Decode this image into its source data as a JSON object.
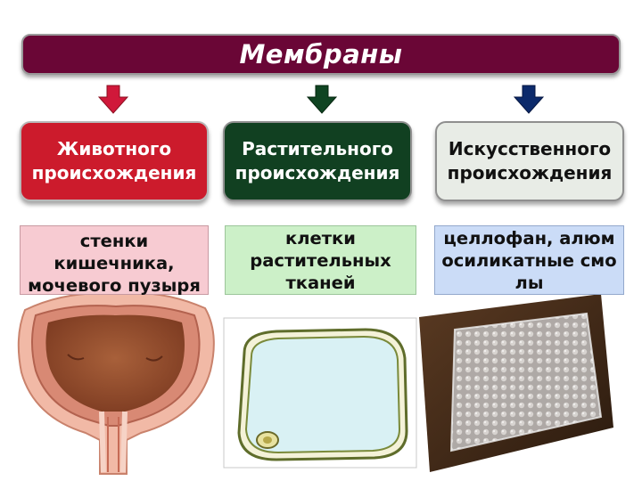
{
  "title": "Мембраны",
  "colors": {
    "title_bg": "#6a0636",
    "arrow_animal": "#d0183a",
    "arrow_plant": "#0f4422",
    "arrow_artificial": "#0c2a6b"
  },
  "categories": [
    {
      "label": "Животного происхождения",
      "example": "стенки кишечника, мочевого пузыря",
      "image": "urinary-bladder-section"
    },
    {
      "label": "Растительного происхождения",
      "example": "клетки растительных тканей",
      "image": "plant-cell"
    },
    {
      "label": "Искусственного происхождения",
      "example": "целлофан, алюмосиликатные смолы",
      "image": "cellophane-film"
    }
  ]
}
